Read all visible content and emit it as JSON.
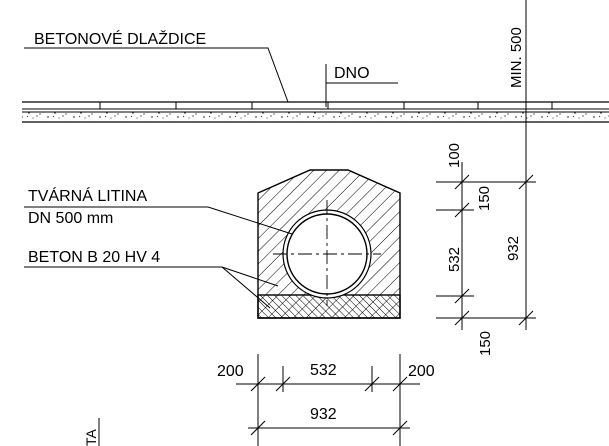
{
  "labels": {
    "paving": "BETONOVÉ  DLAŽDICE",
    "bottom": "DNO",
    "min_depth": "MIN. 500",
    "pipe_material": "TVÁRNÁ  LITINA",
    "pipe_size": "DN 500 mm",
    "concrete": "BETON  B 20  HV 4",
    "cut_text": "TA"
  },
  "dimensions": {
    "vertical": {
      "top": "100",
      "upper": "150",
      "pipe": "532",
      "bottom": "150",
      "total": "932"
    },
    "horizontal": {
      "left": "200",
      "pipe": "532",
      "right": "200",
      "total": "932"
    }
  }
}
